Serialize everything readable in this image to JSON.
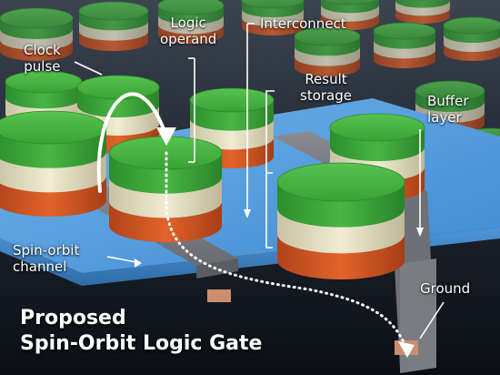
{
  "title": {
    "line1": "Proposed",
    "line2": "Spin-Orbit Logic Gate"
  },
  "labels": {
    "clock_pulse": [
      "Clock",
      "pulse"
    ],
    "logic_operand": [
      "Logic",
      "operand"
    ],
    "interconnect": "Interconnect",
    "result_storage": [
      "Result",
      "storage"
    ],
    "buffer_layer": [
      "Buffer",
      "layer"
    ],
    "spin_orbit_channel": [
      "Spin-orbit",
      "channel"
    ],
    "ground": "Ground"
  },
  "colors": {
    "channel": "#5aa2e0",
    "interconnect": "#7d7e84",
    "layer_green": "#3fae3a",
    "layer_cream": "#e9e4c6",
    "layer_orange": "#d5561f",
    "ground_pad": "#c98e6e"
  }
}
